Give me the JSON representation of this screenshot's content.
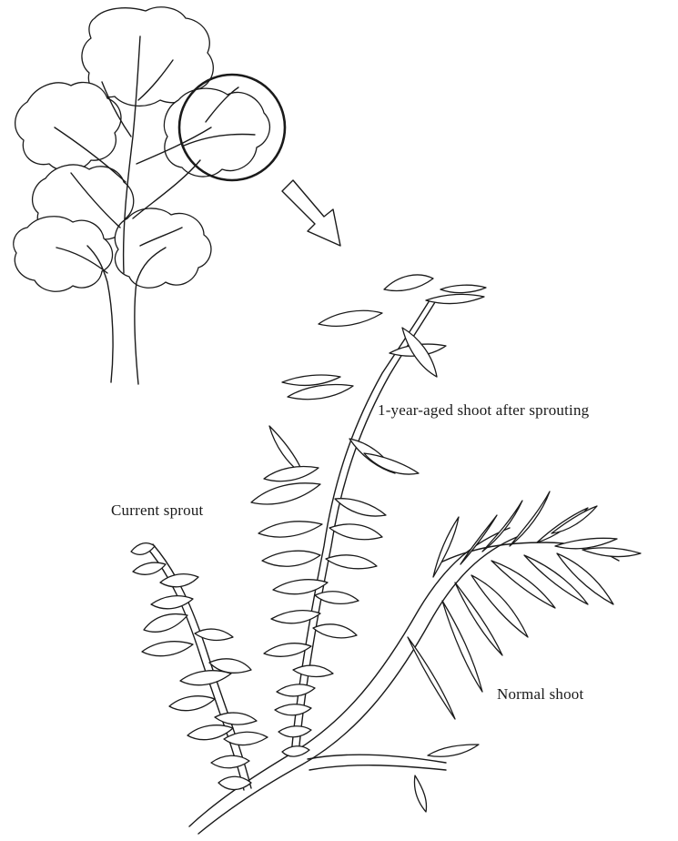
{
  "labels": {
    "one_year_shoot": "1-year-aged shoot after sprouting",
    "current_sprout": "Current sprout",
    "normal_shoot": "Normal shoot"
  },
  "colors": {
    "ink": "#1a1a1a",
    "background": "#ffffff"
  }
}
